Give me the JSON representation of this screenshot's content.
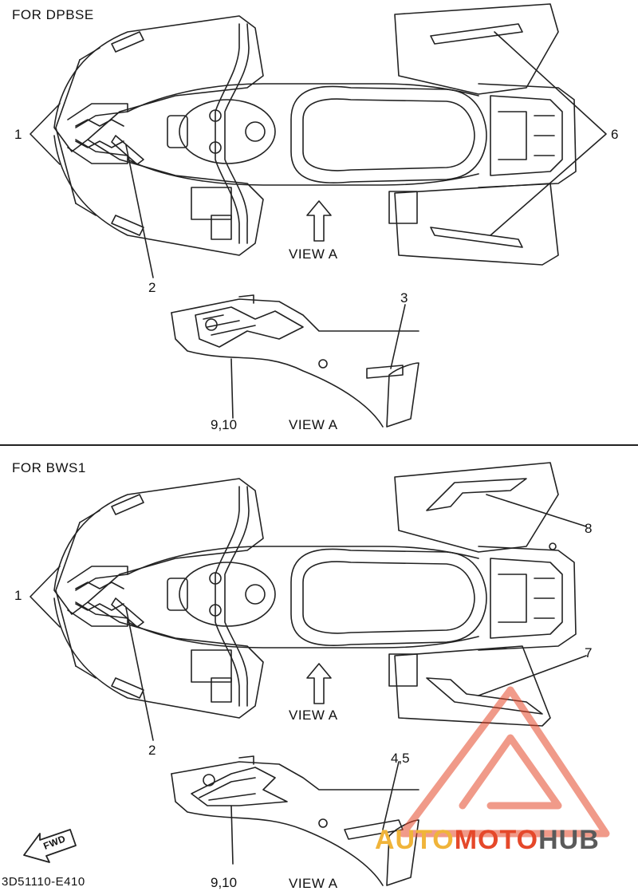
{
  "sections": [
    {
      "title": "FOR DPBSE",
      "view_label": "VIEW A",
      "detail_view_label": "VIEW A"
    },
    {
      "title": "FOR BWS1",
      "view_label": "VIEW A",
      "detail_view_label": "VIEW A"
    }
  ],
  "callouts": {
    "top": [
      "1",
      "2",
      "6",
      "3",
      "9,10"
    ],
    "bottom": [
      "1",
      "2",
      "8",
      "7",
      "4,5",
      "9,10"
    ]
  },
  "fwd_label": "FWD",
  "part_code": "3D51110-E410",
  "watermark": {
    "auto": "AUTO",
    "moto": "MOTO",
    "hub": "HUB"
  },
  "colors": {
    "line": "#222222",
    "watermark_triangle": "#e5482a",
    "watermark_auto": "#f0b43a",
    "watermark_hub": "#5a5a5a"
  }
}
